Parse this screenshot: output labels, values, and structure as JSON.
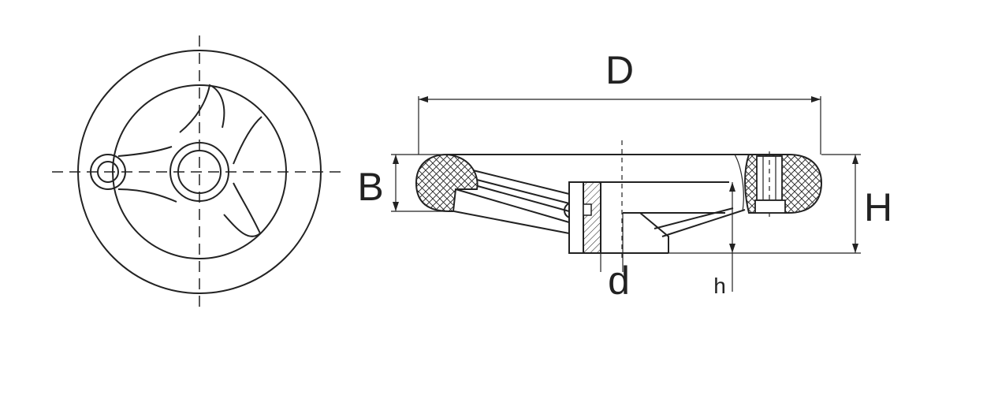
{
  "labels": {
    "diameter": "D",
    "rim_thickness": "B",
    "overall_height": "H",
    "bore": "d",
    "hub_height": "h"
  },
  "colors": {
    "line": "#222222",
    "background": "#ffffff"
  }
}
